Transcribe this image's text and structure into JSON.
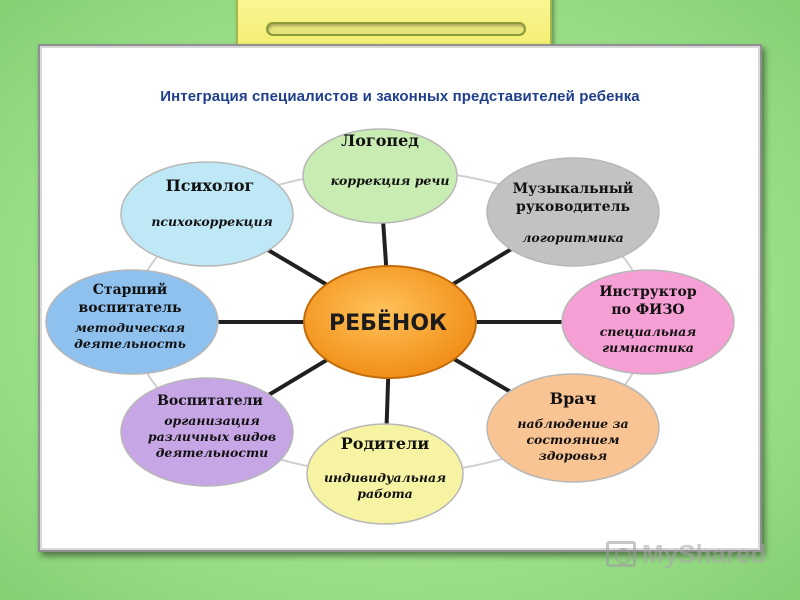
{
  "title": "Интеграция специалистов и законных представителей ребенка",
  "center": {
    "label": "РЕБЁНОК",
    "color": "#f7941d"
  },
  "nodes": [
    {
      "id": "logoped",
      "title": [
        "Логопед"
      ],
      "sub": [
        "коррекция речи"
      ],
      "color": "#c9ecb2"
    },
    {
      "id": "music",
      "title": [
        "Музыкальный",
        "руководитель"
      ],
      "sub": [
        "логоритмика"
      ],
      "color": "#c2c2c2"
    },
    {
      "id": "fizo",
      "title": [
        "Инструктор",
        "по ФИЗО"
      ],
      "sub": [
        "специальная",
        "гимнастика"
      ],
      "color": "#f59fd4"
    },
    {
      "id": "doctor",
      "title": [
        "Врач"
      ],
      "sub": [
        "наблюдение за",
        "состоянием",
        "здоровья"
      ],
      "color": "#f8c493"
    },
    {
      "id": "parents",
      "title": [
        "Родители"
      ],
      "sub": [
        "индивидуальная",
        "работа"
      ],
      "color": "#f6f3a2"
    },
    {
      "id": "educators",
      "title": [
        "Воспитатели"
      ],
      "sub": [
        "организация",
        "различных видов",
        "деятельности"
      ],
      "color": "#c7a6e6"
    },
    {
      "id": "senior",
      "title": [
        "Старший",
        "воспитатель"
      ],
      "sub": [
        "методическая",
        "деятельность"
      ],
      "color": "#8fc1ef"
    },
    {
      "id": "psychologist",
      "title": [
        "Психолог"
      ],
      "sub": [
        "психокоррекция"
      ],
      "color": "#bfe8f6"
    }
  ],
  "watermark": {
    "text": "MyShared",
    "icon": "presentation-board-icon"
  },
  "colors": {
    "frame": "#9fe28e",
    "tab": "#f5f07a",
    "title": "#1f3f8c",
    "spoke": "#202020",
    "ring": "#cfcfcf"
  }
}
